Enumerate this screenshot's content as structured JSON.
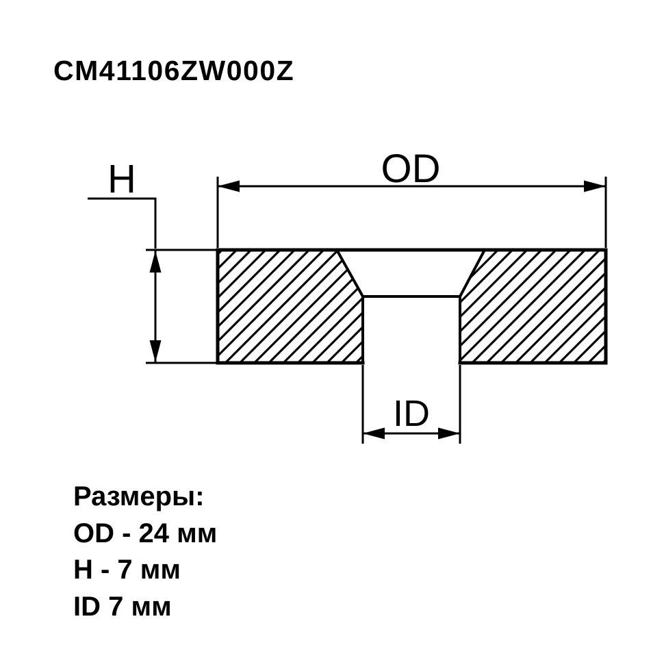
{
  "colors": {
    "ink": "#000000",
    "paper": "#ffffff"
  },
  "title": "CM41106ZW000Z",
  "drawing": {
    "od_label": "OD",
    "h_label": "H",
    "id_label": "ID"
  },
  "specs": {
    "heading": "Размеры:",
    "lines": [
      "OD - 24 мм",
      "H - 7 мм",
      "ID 7 мм"
    ]
  },
  "dimensions": {
    "od_mm": 24,
    "h_mm": 7,
    "id_mm": 7
  }
}
